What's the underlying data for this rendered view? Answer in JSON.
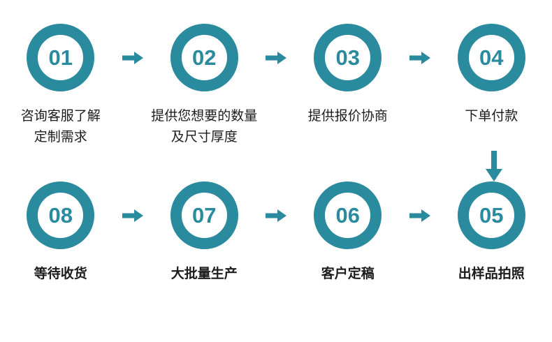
{
  "theme": {
    "accent": "#2a8a9e",
    "text": "#1c1c1c",
    "background": "#ffffff"
  },
  "diagram": {
    "type": "process-flow",
    "rows": [
      {
        "direction": "left-to-right",
        "steps": [
          {
            "number": "01",
            "label": "咨询客服了解\n定制需求"
          },
          {
            "number": "02",
            "label": "提供您想要的数量\n及尺寸厚度"
          },
          {
            "number": "03",
            "label": "提供报价协商"
          },
          {
            "number": "04",
            "label": "下单付款"
          }
        ]
      },
      {
        "direction": "left-to-right",
        "steps": [
          {
            "number": "08",
            "label": "等待收货"
          },
          {
            "number": "07",
            "label": "大批量生产"
          },
          {
            "number": "06",
            "label": "客户定稿"
          },
          {
            "number": "05",
            "label": "出样品拍照"
          }
        ]
      }
    ],
    "connectors": {
      "horizontal_icon": "arrow-right-icon",
      "vertical_icon": "arrow-down-icon",
      "vertical_from": "04",
      "vertical_to": "05"
    }
  }
}
